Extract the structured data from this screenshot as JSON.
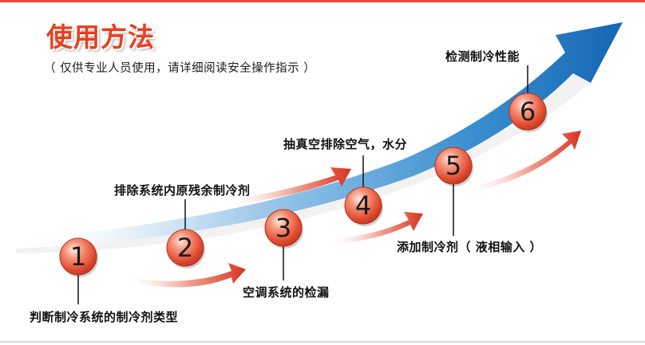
{
  "header": {
    "title": "使用方法",
    "subtitle": "（ 仅供专业人员使用，请详细阅读安全操作指示 ）"
  },
  "colors": {
    "title": "#e8401f",
    "accent_red": "#e24a2f",
    "arrow_blue": "#1f7fc6",
    "circle": "#e8553c"
  },
  "steps": [
    {
      "number": "1",
      "label": "判断制冷系统的制冷剂类型"
    },
    {
      "number": "2",
      "label": "排除系统内原残余制冷剂"
    },
    {
      "number": "3",
      "label": "空调系统的检漏"
    },
    {
      "number": "4",
      "label": "抽真空排除空气，水分"
    },
    {
      "number": "5",
      "label": "添加制冷剂（ 液相输入 ）"
    },
    {
      "number": "6",
      "label": "检测制冷性能"
    }
  ]
}
